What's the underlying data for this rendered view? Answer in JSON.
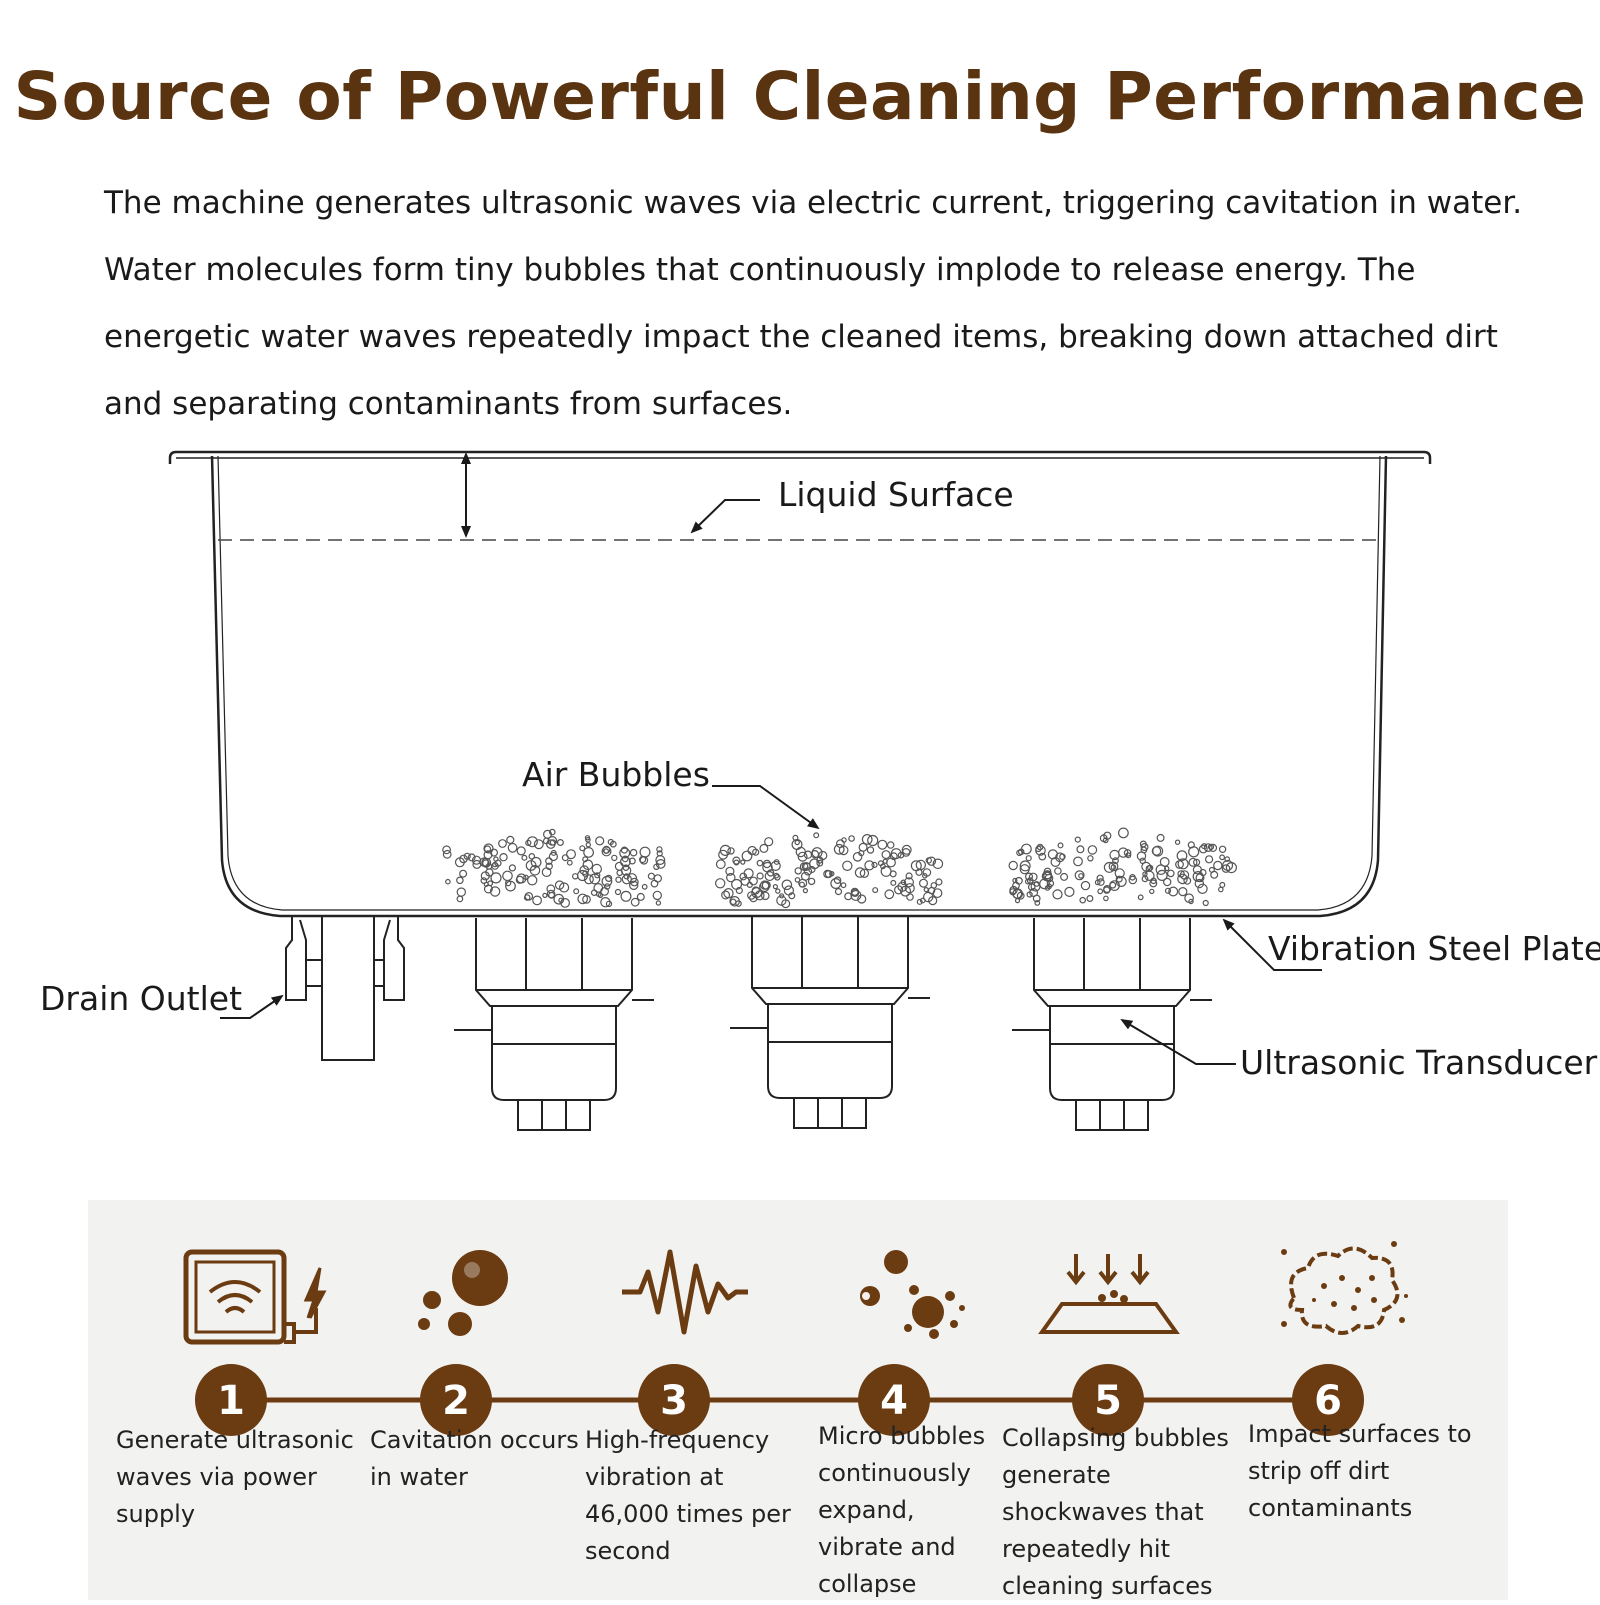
{
  "title": "Source of Powerful Cleaning Performance",
  "intro": "The machine generates ultrasonic waves via electric current, triggering cavitation in water. Water molecules form tiny bubbles that continuously implode to release energy. The energetic water waves repeatedly impact the cleaned items, breaking down attached dirt and separating contaminants from surfaces.",
  "diagram": {
    "labels": {
      "liquid_surface": "Liquid Surface",
      "air_bubbles": "Air Bubbles",
      "drain_outlet": "Drain Outlet",
      "vibration_steel_plate": "Vibration Steel Plate",
      "ultrasonic_transducer": "Ultrasonic Transducer"
    }
  },
  "steps": [
    {
      "number": "1",
      "icon": "power-supply-wave-icon",
      "text": "Generate ultrasonic waves via power supply"
    },
    {
      "number": "2",
      "icon": "bubbles-icon",
      "text": "Cavitation occurs in water"
    },
    {
      "number": "3",
      "icon": "vibration-wave-icon",
      "text": "High-frequency vibration at 46,000 times per second"
    },
    {
      "number": "4",
      "icon": "splash-icon",
      "text": "Micro bubbles continuously expand, vibrate and collapse"
    },
    {
      "number": "5",
      "icon": "shockwave-icon",
      "text": "Collapsing bubbles generate shockwaves that repeatedly hit cleaning surfaces"
    },
    {
      "number": "6",
      "icon": "dirt-cloud-icon",
      "text": "Impact surfaces to strip off dirt contaminants"
    }
  ],
  "colors": {
    "brand_brown": "#5a3411",
    "step_brown": "#6b3b12",
    "line": "#222222"
  }
}
